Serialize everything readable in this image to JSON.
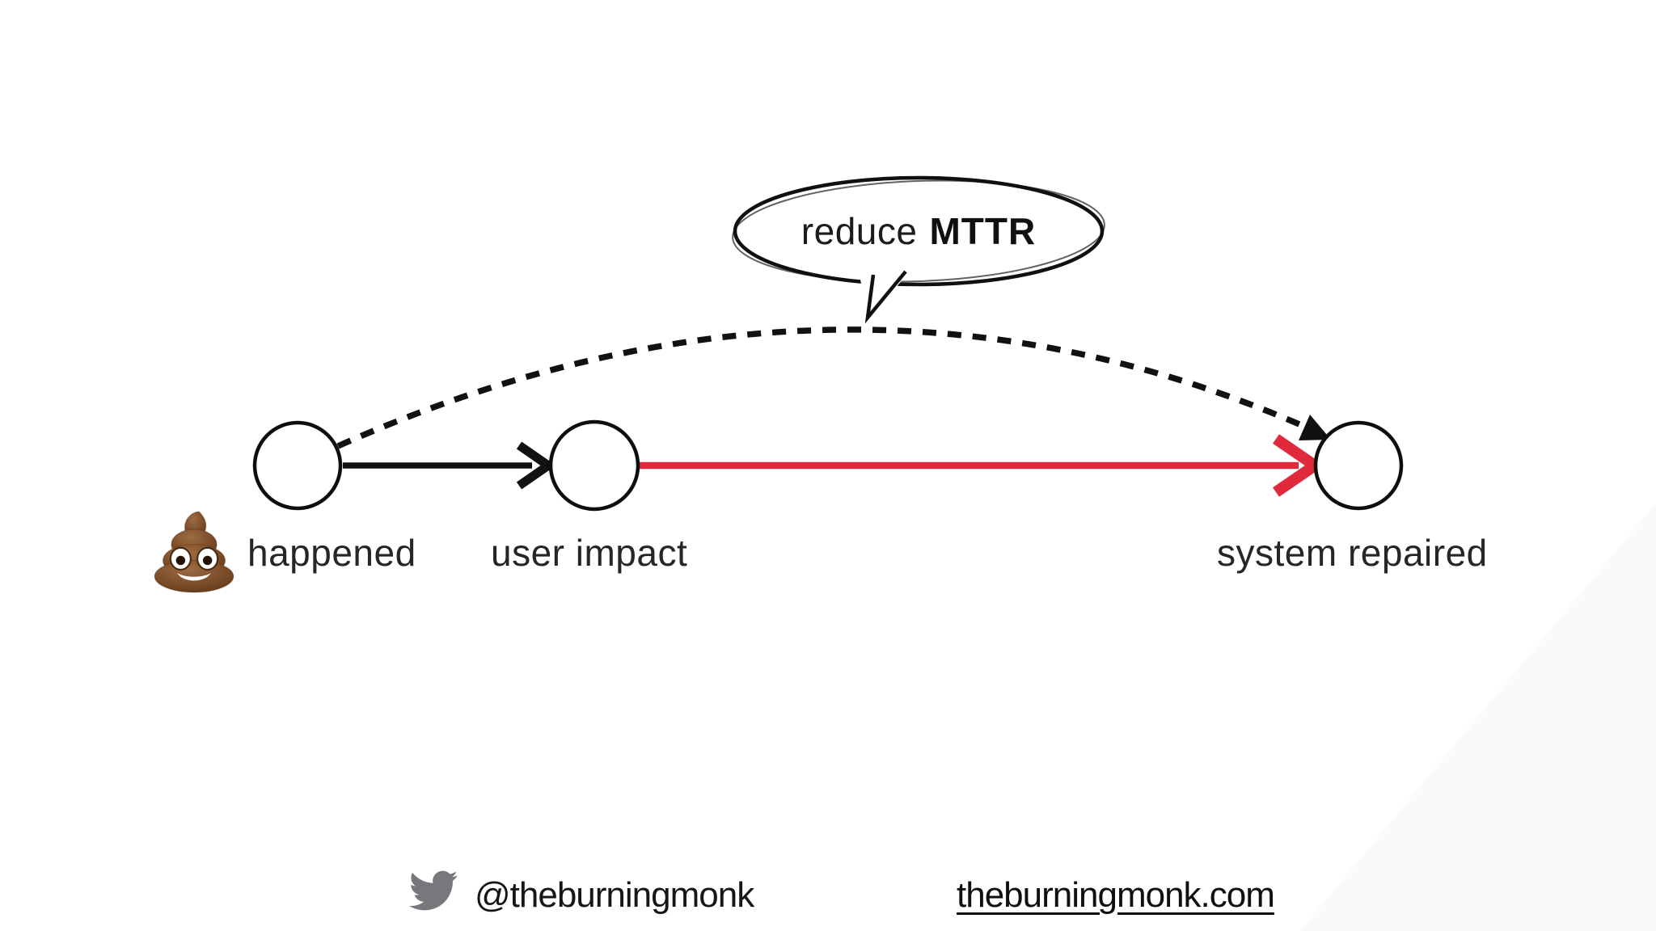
{
  "slide": {
    "bubble": {
      "label_light": "reduce",
      "label_bold": "MTTR"
    },
    "nodes": [
      {
        "label": "happened"
      },
      {
        "label": "user impact"
      },
      {
        "label": "system repaired"
      }
    ],
    "icons": {
      "incident_emoji": "poop-emoji",
      "footer_icon": "twitter-bird-icon"
    },
    "colors": {
      "ink": "#111111",
      "red_arrow": "#e02a3c",
      "twitter_gray": "#77787b"
    }
  },
  "footer": {
    "handle": "@theburningmonk",
    "website": "theburningmonk.com"
  }
}
